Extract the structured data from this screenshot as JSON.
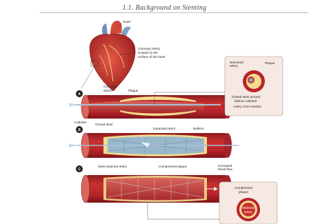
{
  "page_header": "1.1.  Background on Stenting",
  "steps": [
    "A",
    "B",
    "C"
  ],
  "labels": {
    "heart": "Heart",
    "coronary_artery_location": "Coronary artery located on the surface of the heart",
    "coronary_artery": "Coronary artery",
    "plaque": "Plaque",
    "narrowed_artery": "Narrowed artery",
    "plaque_inset": "Plaque",
    "closed_stent_around_catheter": "Closed stent around balloon catheter",
    "artery_cross_section": "Artery cross-section",
    "catheter": "Catheter",
    "closed_stent": "Closed stent",
    "expanded_stent": "Expanded stent",
    "balloon": "Balloon",
    "stent_widened_artery": "Stent widened artery",
    "compressed_plaque": "Compressed plaque",
    "increased_blood_flow": "Increased blood flow",
    "compressed_plaque_inset": "Compressed plaque",
    "widened_artery": "Widened artery"
  },
  "colors": {
    "artery": "#b8242a",
    "artery_dark": "#8e1a1f",
    "artery_light": "#e07a72",
    "plaque": "#f3dc8e",
    "stent": "#8fb3c9",
    "inset_bg": "#f6e8e2"
  }
}
